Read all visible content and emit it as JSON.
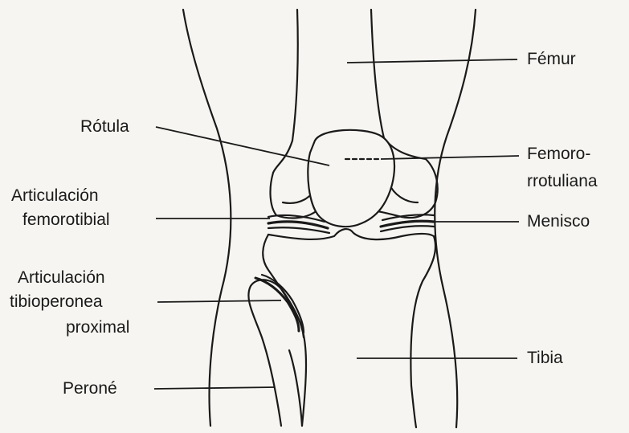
{
  "diagram": {
    "labels": {
      "femur": "Fémur",
      "rotula": "Rótula",
      "femororotuliana_1": "Femoro-",
      "femororotuliana_2": "rrotuliana",
      "articulacion_femorotibial_1": "Articulación",
      "articulacion_femorotibial_2": "femorotibial",
      "menisco": "Menisco",
      "articulacion_tibioperonea_1": "Articulación",
      "articulacion_tibioperonea_2": "tibioperonea",
      "articulacion_tibioperonea_3": "proximal",
      "tibia": "Tibia",
      "perone": "Peroné"
    },
    "colors": {
      "background": "#f6f5f1",
      "ink": "#1a1a1a"
    }
  }
}
